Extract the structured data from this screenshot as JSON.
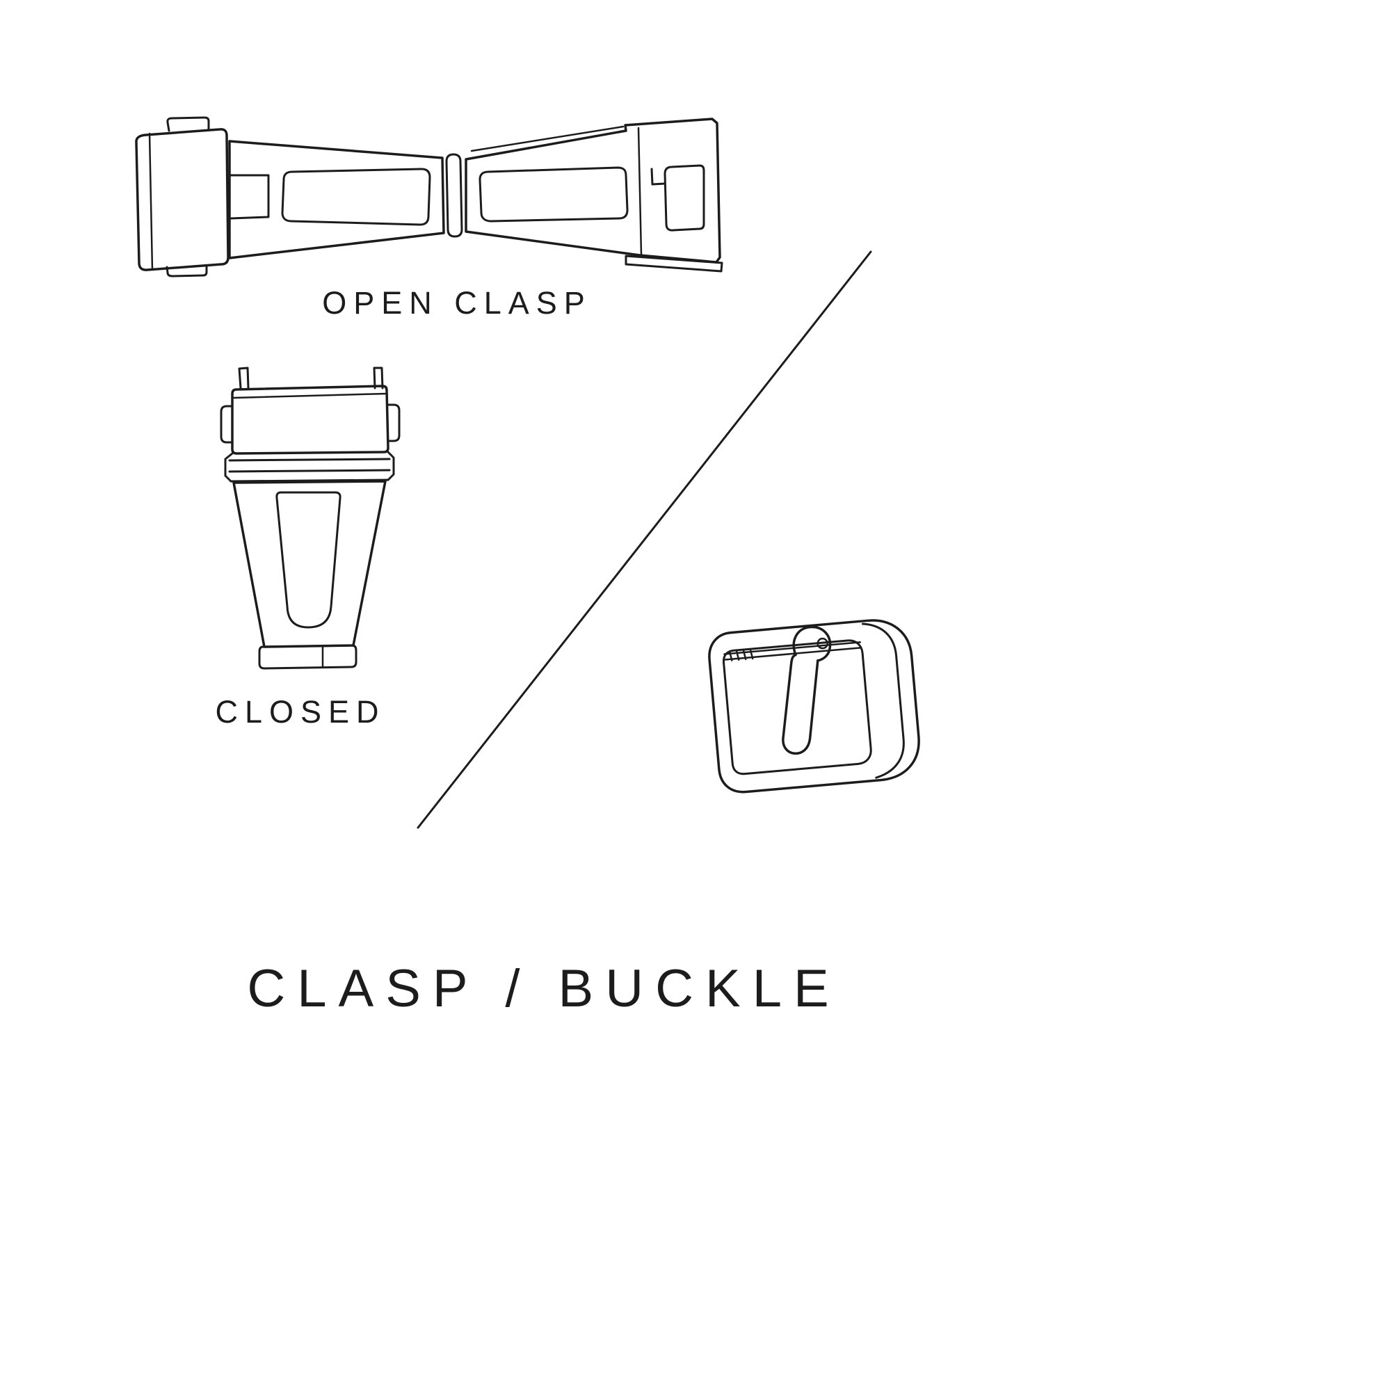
{
  "colors": {
    "background": "#ffffff",
    "ink": "#1c1c1c"
  },
  "diagram": {
    "title": "CLASP / BUCKLE",
    "items": [
      {
        "id": "open-clasp",
        "label": "OPEN CLASP"
      },
      {
        "id": "closed-clasp",
        "label": "CLOSED"
      },
      {
        "id": "buckle",
        "label": ""
      }
    ]
  }
}
